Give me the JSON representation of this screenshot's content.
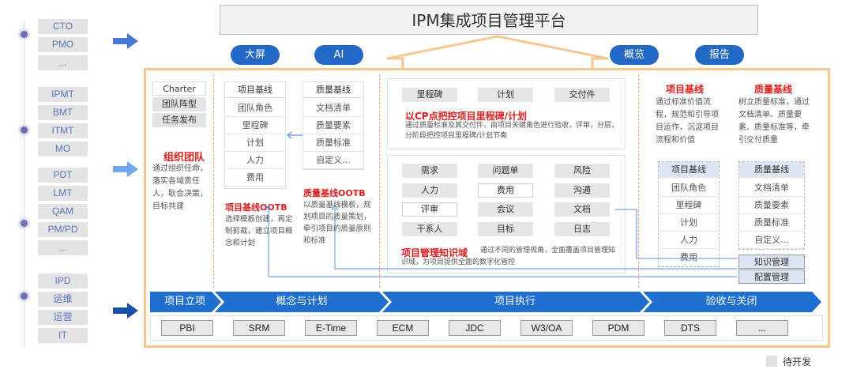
{
  "left_groups": [
    [
      "CTO",
      "PMO",
      "..."
    ],
    [
      "IPMT",
      "BMT",
      "ITMT",
      "MO"
    ],
    [
      "PDT",
      "LMT",
      "QAM",
      "PM/PD",
      "..."
    ],
    [
      "IPD",
      "运维",
      "运营",
      "IT"
    ]
  ],
  "title": "IPM集成项目管理平台",
  "pills": [
    "大屏",
    "AI",
    "概览",
    "报告"
  ],
  "org": {
    "items": [
      "Charter",
      "团队阵型",
      "任务发布"
    ],
    "heading": "组织团队",
    "desc": "通过组织任命，落实各域责任人，耿合决策，目标共建"
  },
  "baseline": {
    "header": "项目基线",
    "items": [
      "团队角色",
      "里程碑",
      "计划",
      "人力",
      "费用"
    ],
    "ootb_title": "项目基线OOTB",
    "ootb_desc": "选择模板创建，再定制剪裁，建立项目概念和计划"
  },
  "quality": {
    "header": "质量基线",
    "items": [
      "文档清单",
      "质量要素",
      "质量标准",
      "自定义..."
    ],
    "ootb_title": "质量基线OOTB",
    "ootb_desc": "以质量基线模板，规划项目的质量策划，牵引项目的质量原则和标准"
  },
  "milestone": {
    "tabs": [
      "里程碑",
      "计划",
      "交付件"
    ],
    "heading": "以CP点把控项目里程碑/计划",
    "desc": "通过质量标准及其交付件，由项目关键角色进行验收，评审，分层，分阶段把控项目里程碑/计划节奏"
  },
  "knowledge": {
    "grid": [
      [
        "需求",
        "问题单",
        "风险"
      ],
      [
        "人力",
        "费用",
        "沟通"
      ],
      [
        "评审",
        "会议",
        "文档"
      ],
      [
        "干系人",
        "目标",
        "日志"
      ]
    ],
    "heading": "项目管理知识域",
    "desc": "通过不同的管理视角，全面覆盖项目管理知识域，为项目提供全面的数字化管控"
  },
  "right_baseline": {
    "heading": "项目基线",
    "desc": "通过标准价值流程，规范和引导项目运作，沉淀项目流程和价值",
    "header": "项目基线",
    "items": [
      "团队角色",
      "里程碑",
      "计划",
      "人力",
      "费用"
    ]
  },
  "right_quality": {
    "heading": "质量基线",
    "desc": "树立质量标准，通过文档清单、质量要素、质量标准等，牵引交付质量",
    "header": "质量基线",
    "items": [
      "文档清单",
      "质量要素",
      "质量标准",
      "自定义..."
    ],
    "extra": [
      "知识管理",
      "配置管理"
    ]
  },
  "phases": [
    "项目立项",
    "概念与计划",
    "项目执行",
    "验收与关闭"
  ],
  "systems": [
    "PBI",
    "SRM",
    "E-Time",
    "ECM",
    "JDC",
    "W3/OA",
    "PDM",
    "DTS",
    "..."
  ],
  "legend": "待开发",
  "colors": {
    "accent_blue": "#2268c4",
    "frame_orange": "#f5c793",
    "red": "#e02020",
    "dev_gray": "#e0e0e0"
  }
}
